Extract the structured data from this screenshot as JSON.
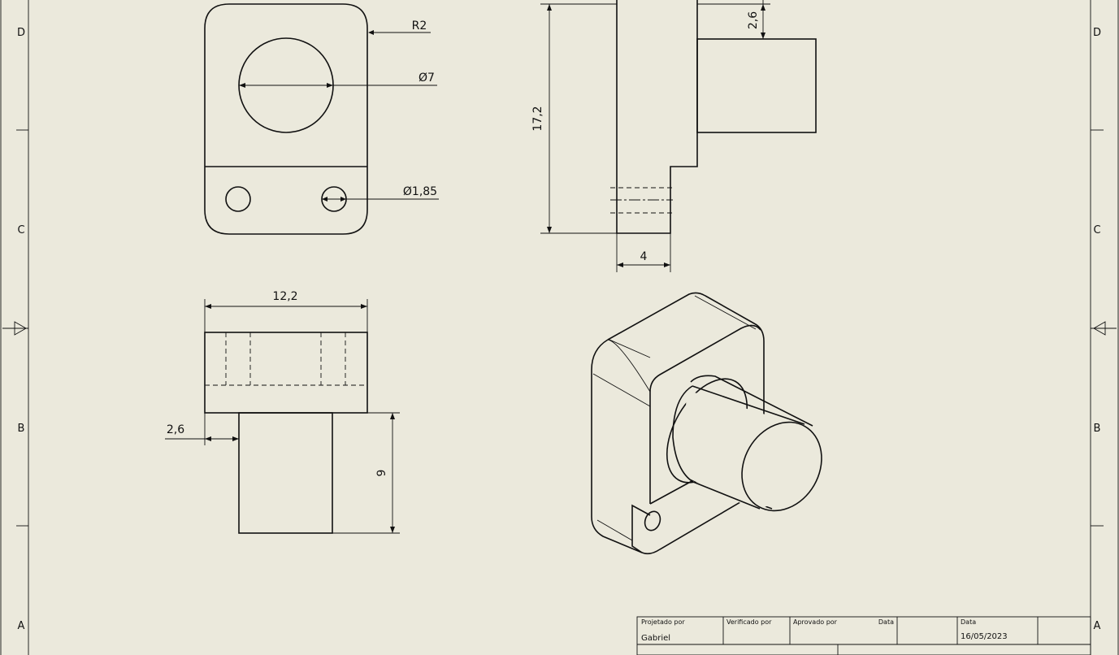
{
  "zones": {
    "left": [
      "D",
      "C",
      "B",
      "A"
    ],
    "right": [
      "D",
      "C",
      "B",
      "A"
    ]
  },
  "dimensions": {
    "front_radius": "R2",
    "front_bore_dia": "Ø7",
    "front_hole_dia": "Ø1,85",
    "side_height": "17,2",
    "side_offset": "2,6",
    "side_width": "4",
    "top_width": "12,2",
    "top_offset": "2,6",
    "top_boss_length": "9"
  },
  "title_block": {
    "designed_by_label": "Projetado por",
    "designed_by_value": "Gabriel",
    "checked_by_label": "Verificado por",
    "approved_by_label": "Aprovado por",
    "date_label_1": "Data",
    "date_label_2": "Data",
    "date_value": "16/05/2023"
  }
}
